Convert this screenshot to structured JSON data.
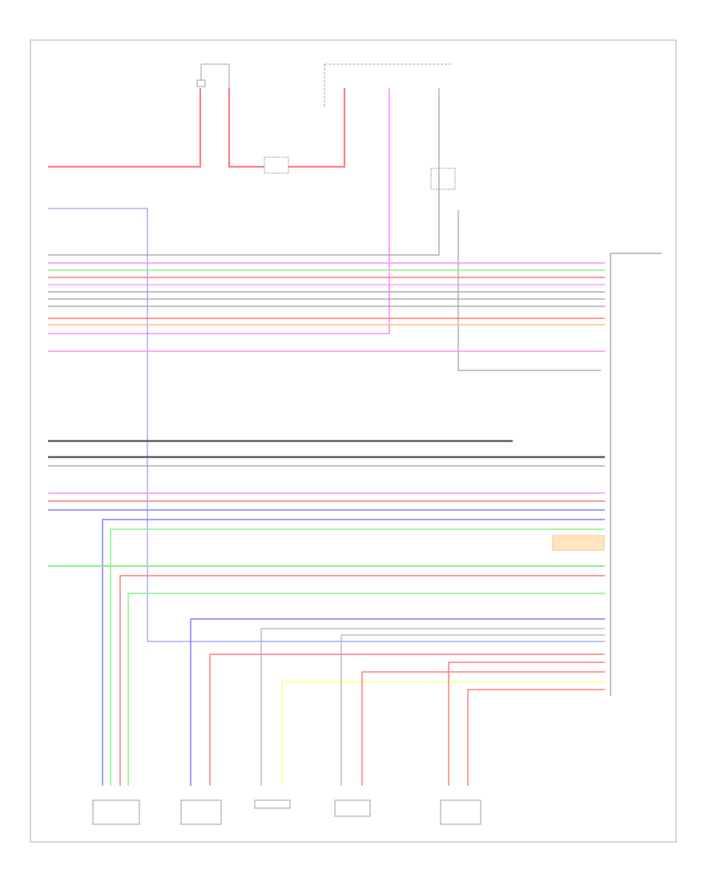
{
  "diagram": {
    "figure_id": "",
    "colors": {
      "red": "#ff7f7f",
      "pink": "#ff8fff",
      "blue": "#8080ff",
      "green": "#8fef8f",
      "orange": "#ffc080",
      "gray": "#a0a0a0",
      "dark": "#606060",
      "yellow": "#ffff80",
      "frame": "#bdbdbd"
    },
    "connectors": [
      {
        "id": "speakers-bottom-1",
        "label": ""
      },
      {
        "id": "speakers-bottom-2",
        "label": ""
      },
      {
        "id": "speakers-bottom-3",
        "label": ""
      },
      {
        "id": "speakers-bottom-4",
        "label": ""
      },
      {
        "id": "speakers-bottom-5",
        "label": ""
      }
    ],
    "module_label": ""
  }
}
